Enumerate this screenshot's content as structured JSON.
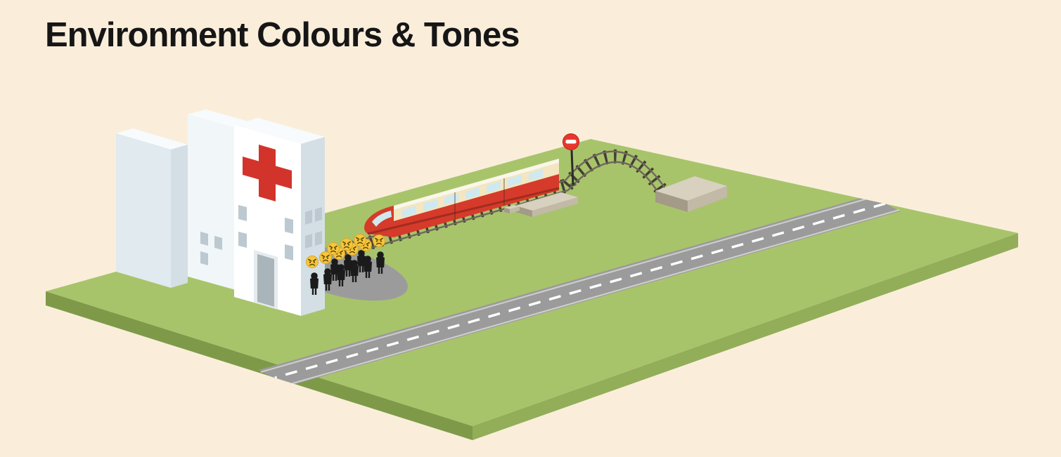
{
  "title": "Environment Colours & Tones",
  "scene": {
    "description": "Isometric illustration of a green field with a white hospital marked by a red cross, a queue of angry patients, a red and cream passenger train on a railway siding that curves to a concrete buffer stop beside a no-entry signal, and a grey road with dashed centre line crossing the field",
    "crowd": {
      "count": 9,
      "mood": "angry"
    },
    "train": {
      "window_count": 7,
      "car_count": 3
    },
    "colors": {
      "title-color": "#161616",
      "background": "#faeedb",
      "grass": "#a8c46b",
      "grass-edge-left": "#7e9a49",
      "grass-edge-right": "#92ae58",
      "road": "#9b9b9b",
      "road-marking": "#ffffff",
      "road-edge-line": "#d9d9d9",
      "wall-bright": "#ffffff",
      "wall-light": "#e0eaef",
      "wall-mid": "#f1f6f8",
      "wall-shaded": "#d4dfe5",
      "wall-top": "#f7fbfd",
      "window": "#bcc9d1",
      "cross-red": "#d2342b",
      "door-frame": "#e6ebee",
      "door": "#aab4bb",
      "train-red": "#d63a2a",
      "train-cream": "#f3e6c0",
      "train-roof": "#faf6ea",
      "glass": "#cfe9f0",
      "underframe": "#9e2d1f",
      "sleeper": "#453f35",
      "rail": "#6e675b",
      "concrete-light": "#d8d1c0",
      "concrete-mid": "#c2b9a6",
      "concrete-dark": "#a39a87",
      "sign-red": "#e8372c",
      "pole": "#2b2b2b",
      "figure": "#1b1b1b",
      "emoji": "#f6c63c",
      "emoji-stroke": "#d9a72e",
      "emoji-face": "#5f4a00",
      "footpath": "#9b9b9b"
    }
  }
}
